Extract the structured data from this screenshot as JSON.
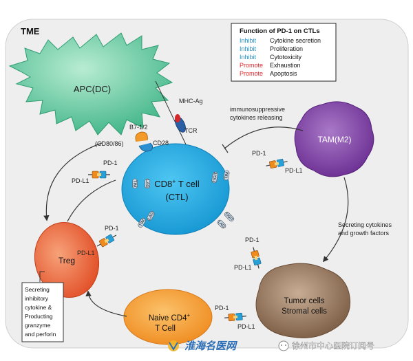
{
  "tme_label": "TME",
  "legend": {
    "title": "Function of PD-1 on CTLs",
    "rows": [
      {
        "verb": "Inhibit",
        "effect": "Cytokine secretion",
        "color": "#1f93d0"
      },
      {
        "verb": "Inhibit",
        "effect": "Proliferation",
        "color": "#1f93d0"
      },
      {
        "verb": "Inhibit",
        "effect": "Cytotoxicity",
        "color": "#1f93d0"
      },
      {
        "verb": "Promote",
        "effect": "Exhaustion",
        "color": "#e1262c"
      },
      {
        "verb": "Promote",
        "effect": "Apoptosis",
        "color": "#e1262c"
      }
    ]
  },
  "cells": {
    "apc": "APC(DC)",
    "ctl_line1": "CD8",
    "ctl_sup": "+",
    "ctl_line1b": " T cell",
    "ctl_line2": "(CTL)",
    "tam": "TAM(M2)",
    "treg": "Treg",
    "naive_line1": "Naive CD4",
    "naive_sup": "+",
    "naive_line2": "T Cell",
    "tumor_line1": "Tumor cells",
    "tumor_line2": "Stromal cells"
  },
  "receptors": {
    "mhc": "MHC-Ag",
    "tcr": "TCR",
    "b7": "B7-1/2",
    "cd80": "(CD80/86)",
    "cd28": "CD28",
    "pd1": "PD-1",
    "pdl1": "PD-L1",
    "tim": "TIM",
    "lag": "LAG",
    "tigit": "TIGIT"
  },
  "notes": {
    "immuno_line1": "immunosuppressive",
    "immuno_line2": "cytokines releasing",
    "secreting_line1": "Secreting cytokines",
    "secreting_line2": "and growth factors",
    "treg_box": [
      "Secreting",
      "inhibitory",
      "cytokine &",
      "Producting",
      "granzyme",
      "and perforin"
    ]
  },
  "watermark": {
    "logo_text": "淮海名医网",
    "account": "徐州市中心医院订阅号"
  },
  "colors": {
    "apc": "#3fb486",
    "ctl": "#1da7e0",
    "tam": "#7b3fa0",
    "treg": "#e8562a",
    "naive": "#f29a2e",
    "tumor": "#8a6b52",
    "pd1": "#f08a1c",
    "pdl1": "#27a0d8"
  }
}
